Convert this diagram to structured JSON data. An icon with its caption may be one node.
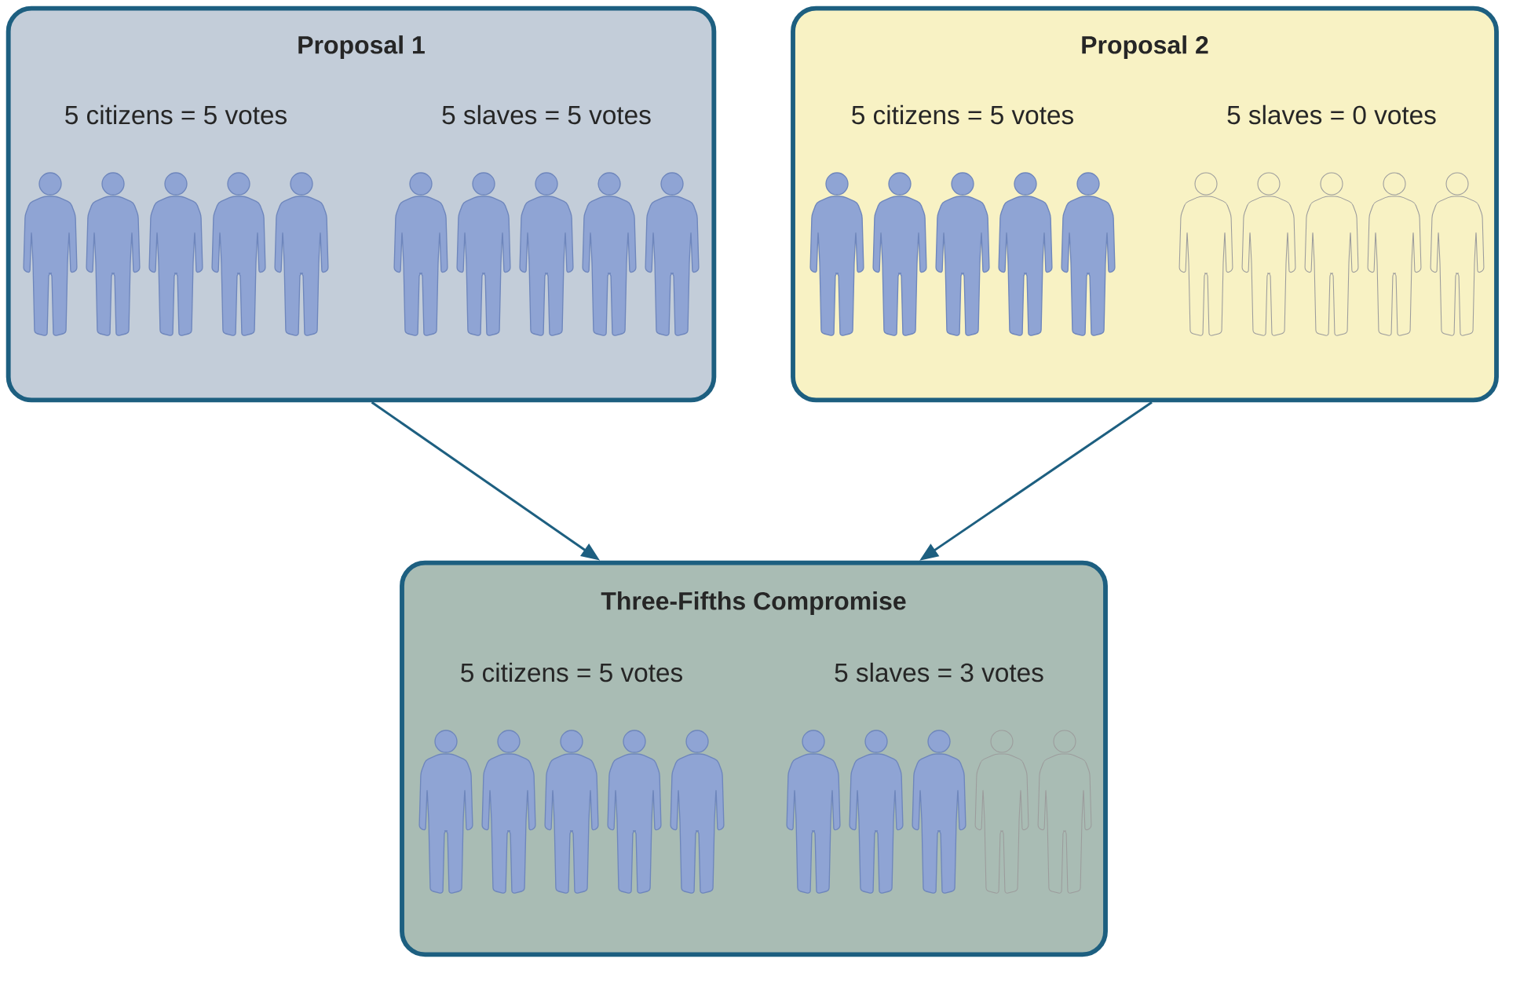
{
  "diagram": {
    "nodes": [
      {
        "text": [
          "Proposal 1",
          "5 citizens = 5 votes",
          "5 slaves = 5 votes"
        ]
      },
      {
        "text": [
          "Proposal 2",
          "5 citizens = 5 votes",
          "5 slaves = 0 votes"
        ]
      },
      {
        "text": [
          "Three-Fifths Compromise",
          "5 citizens = 5 votes",
          "5 slaves = 3 votes"
        ]
      }
    ],
    "edges": [
      {
        "from": 0,
        "to": 2,
        "arrow": "to"
      },
      {
        "from": 1,
        "to": 2,
        "arrow": "to"
      }
    ]
  }
}
